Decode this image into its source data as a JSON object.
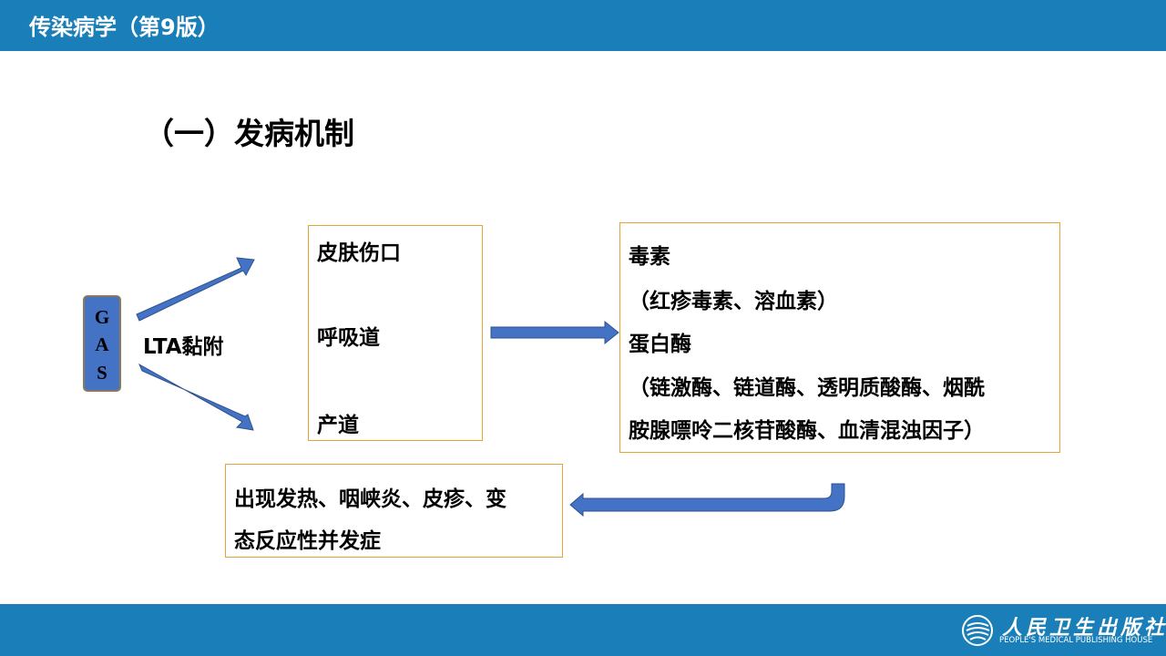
{
  "header": {
    "title": "传染病学（第9版）"
  },
  "section_title": "（一）发病机制",
  "gas": {
    "letters": [
      "G",
      "A",
      "S"
    ]
  },
  "lta_label": "LTA黏附",
  "entry_box": {
    "items": [
      "皮肤伤口",
      "呼吸道",
      "产道"
    ]
  },
  "factor_box": {
    "lines": [
      "毒素",
      "（红疹毒素、溶血素）",
      "蛋白酶",
      "（链激酶、链道酶、透明质酸酶、烟酰",
      "胺腺嘌呤二核苷酸酶、血清混浊因子）"
    ]
  },
  "outcome_box": {
    "lines": [
      "出现发热、咽峡炎、皮疹、变",
      "态反应性并发症"
    ]
  },
  "footer": {
    "publisher_cn": "人民卫生出版社",
    "publisher_en": "PEOPLE'S MEDICAL PUBLISHING HOUSE"
  },
  "colors": {
    "brand_blue": "#1a7fb8",
    "arrow_fill": "#4472c4",
    "box_border": "#e3a43a"
  }
}
